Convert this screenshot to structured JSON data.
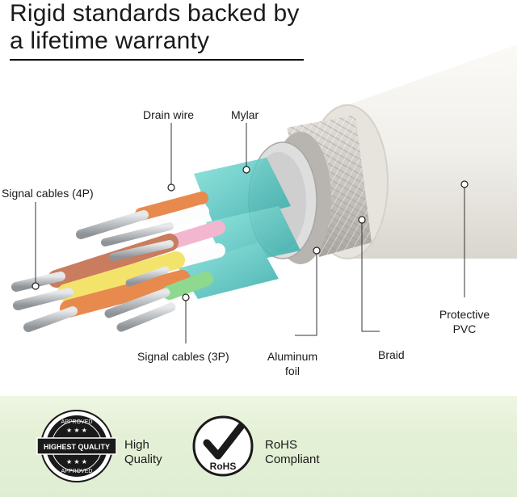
{
  "headline": {
    "line1": "Rigid standards backed by",
    "line2": "a lifetime warranty"
  },
  "labels": {
    "drain_wire": "Drain wire",
    "mylar": "Mylar",
    "signal_4p": "Signal cables (4P)",
    "signal_3p": "Signal cables (3P)",
    "aluminum_foil_1": "Aluminum",
    "aluminum_foil_2": "foil",
    "braid": "Braid",
    "pvc_1": "Protective",
    "pvc_2": "PVC"
  },
  "badges": {
    "quality_seal": {
      "top": "APPROVED",
      "middle": "HIGHEST QUALITY",
      "bottom": "APPROVED"
    },
    "quality_text_1": "High",
    "quality_text_2": "Quality",
    "rohs_seal": "RoHS",
    "rohs_text_1": "RoHS",
    "rohs_text_2": "Compliant"
  },
  "colors": {
    "jacket": "#f1efea",
    "braid": "#cfcbc6",
    "foil": "#c9c9c9",
    "mylar": "#4fc9c4",
    "wire_orange": "#e8894e",
    "wire_yellow": "#f3e36b",
    "wire_pink": "#f2b6cf",
    "wire_green": "#8fd98f",
    "wire_brown": "#c97c5e",
    "copper": "#bfc3c6"
  }
}
